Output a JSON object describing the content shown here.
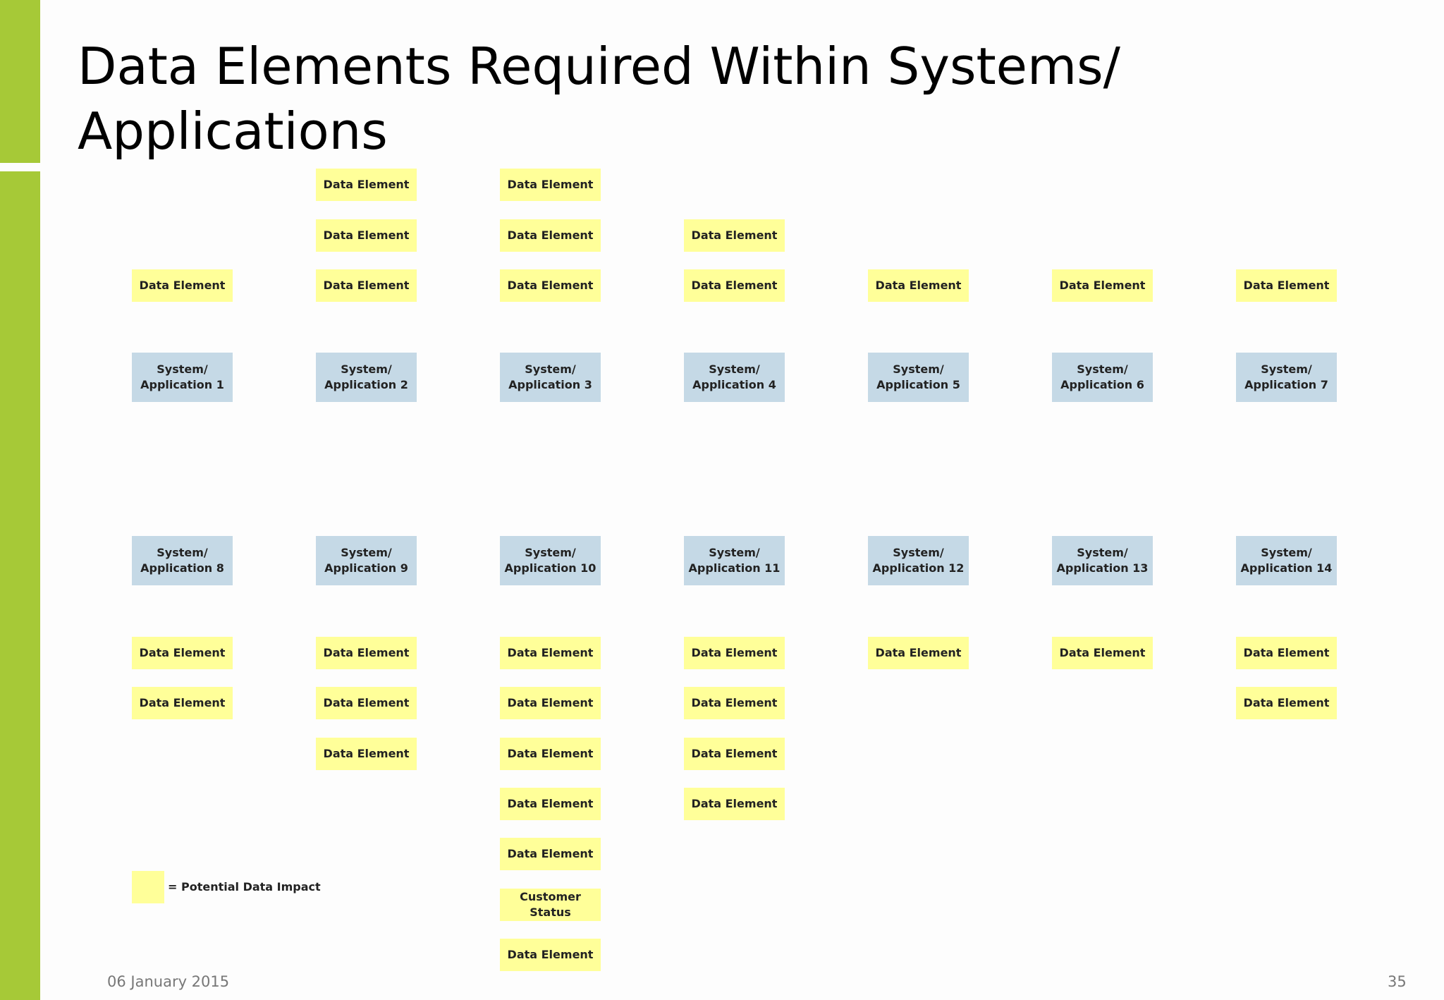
{
  "title": "Data Elements Required Within Systems/ Applications",
  "colors": {
    "accent_bar": "#a6c937",
    "data_element": "#ffff99",
    "system": "#c5d9e6"
  },
  "top_systems": [
    {
      "label": "System/ Application 1",
      "elements_above": [
        "Data Element"
      ]
    },
    {
      "label": "System/ Application 2",
      "elements_above": [
        "Data Element",
        "Data Element",
        "Data Element"
      ]
    },
    {
      "label": "System/ Application 3",
      "elements_above": [
        "Data Element",
        "Data Element",
        "Data Element"
      ]
    },
    {
      "label": "System/ Application 4",
      "elements_above": [
        "Data Element",
        "Data Element"
      ]
    },
    {
      "label": "System/ Application 5",
      "elements_above": [
        "Data Element"
      ]
    },
    {
      "label": "System/ Application 6",
      "elements_above": [
        "Data Element"
      ]
    },
    {
      "label": "System/ Application 7",
      "elements_above": [
        "Data Element"
      ]
    }
  ],
  "bottom_systems": [
    {
      "label": "System/ Application 8",
      "elements_below": [
        "Data Element",
        "Data Element"
      ]
    },
    {
      "label": "System/ Application 9",
      "elements_below": [
        "Data Element",
        "Data Element",
        "Data Element"
      ]
    },
    {
      "label": "System/ Application 10",
      "elements_below": [
        "Data Element",
        "Data Element",
        "Data Element",
        "Data Element",
        "Data Element",
        "Customer Status",
        "Data Element"
      ]
    },
    {
      "label": "System/ Application 11",
      "elements_below": [
        "Data Element",
        "Data Element",
        "Data Element",
        "Data Element"
      ]
    },
    {
      "label": "System/ Application 12",
      "elements_below": [
        "Data Element"
      ]
    },
    {
      "label": "System/ Application 13",
      "elements_below": [
        "Data Element"
      ]
    },
    {
      "label": "System/ Application 14",
      "elements_below": [
        "Data Element",
        "Data Element"
      ]
    }
  ],
  "legend": {
    "label": "= Potential Data Impact"
  },
  "footer": {
    "date": "06 January 2015",
    "page_number": "35"
  }
}
